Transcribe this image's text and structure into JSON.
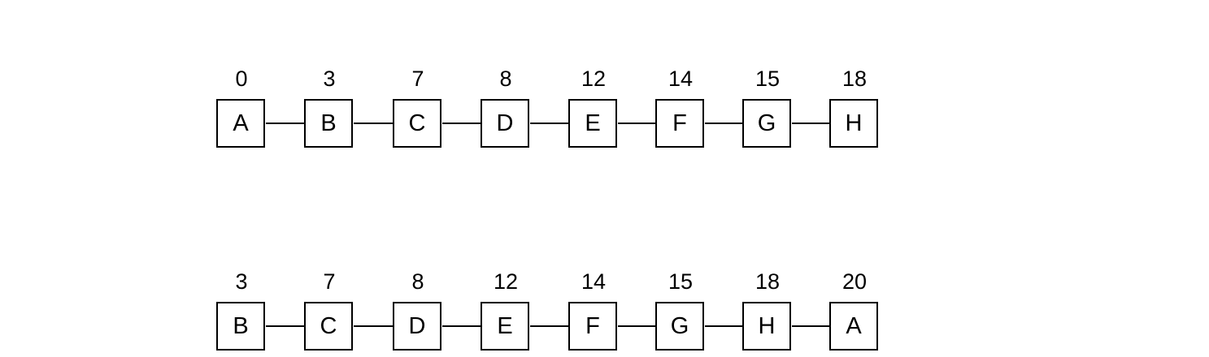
{
  "sequences": [
    {
      "nodes": [
        {
          "label": "A",
          "value": "0"
        },
        {
          "label": "B",
          "value": "3"
        },
        {
          "label": "C",
          "value": "7"
        },
        {
          "label": "D",
          "value": "8"
        },
        {
          "label": "E",
          "value": "12"
        },
        {
          "label": "F",
          "value": "14"
        },
        {
          "label": "G",
          "value": "15"
        },
        {
          "label": "H",
          "value": "18"
        }
      ]
    },
    {
      "nodes": [
        {
          "label": "B",
          "value": "3"
        },
        {
          "label": "C",
          "value": "7"
        },
        {
          "label": "D",
          "value": "8"
        },
        {
          "label": "E",
          "value": "12"
        },
        {
          "label": "F",
          "value": "14"
        },
        {
          "label": "G",
          "value": "15"
        },
        {
          "label": "H",
          "value": "18"
        },
        {
          "label": "A",
          "value": "20"
        }
      ]
    }
  ]
}
